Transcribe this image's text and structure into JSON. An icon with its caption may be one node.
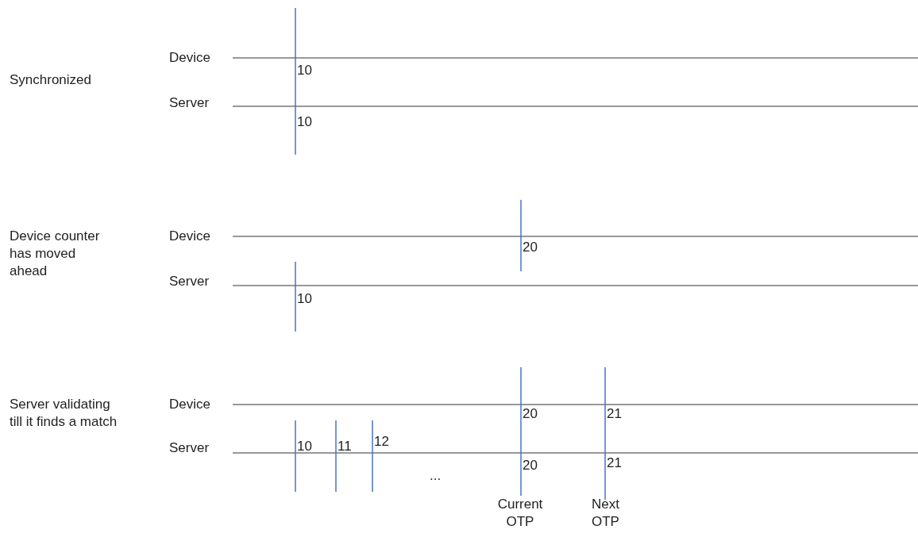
{
  "diagram": {
    "labels": [
      "Synchronized",
      "Device",
      "10",
      "Server",
      "10",
      "Device counter has moved ahead",
      "Device",
      "20",
      "Server",
      "10",
      "Server validating till it finds a match",
      "Device",
      "20",
      "21",
      "Server",
      "10",
      "11",
      "12",
      "20",
      "21",
      "...",
      "Current OTP",
      "Next OTP"
    ]
  }
}
